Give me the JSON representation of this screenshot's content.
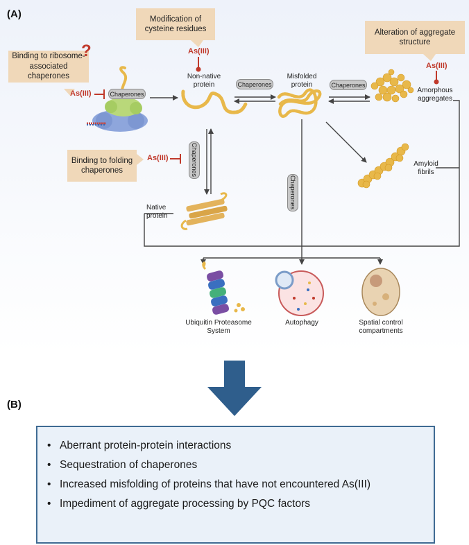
{
  "panel_a": {
    "label": "(A)",
    "callouts": {
      "ribosome": "Binding to ribosome-associated chaperones",
      "cysteine": "Modification of cysteine residues",
      "aggregate": "Alteration of aggregate structure",
      "folding": "Binding to folding chaperones"
    },
    "arsenic": "As(III)",
    "question_mark": "?",
    "chaperones": "Chaperones",
    "states": {
      "non_native": "Non-native protein",
      "misfolded": "Misfolded protein",
      "amorphous": "Amorphous aggregates",
      "amyloid": "Amyloid fibrils",
      "native": "Native protein"
    },
    "outcomes": {
      "ups": "Ubiquitin Proteasome System",
      "autophagy": "Autophagy",
      "spatial": "Spatial control compartments"
    }
  },
  "panel_b": {
    "label": "(B)",
    "items": [
      "Aberrant protein-protein interactions",
      "Sequestration of chaperones",
      "Increased misfolding of proteins that have not encountered As(III)",
      "Impediment of aggregate processing by PQC factors"
    ]
  },
  "colors": {
    "arsenic": "#c0392b",
    "callout": "#f0d8b9",
    "arrow_down": "#2f5e8c",
    "box_border": "#3f6b93",
    "protein": "#e8b84a"
  }
}
